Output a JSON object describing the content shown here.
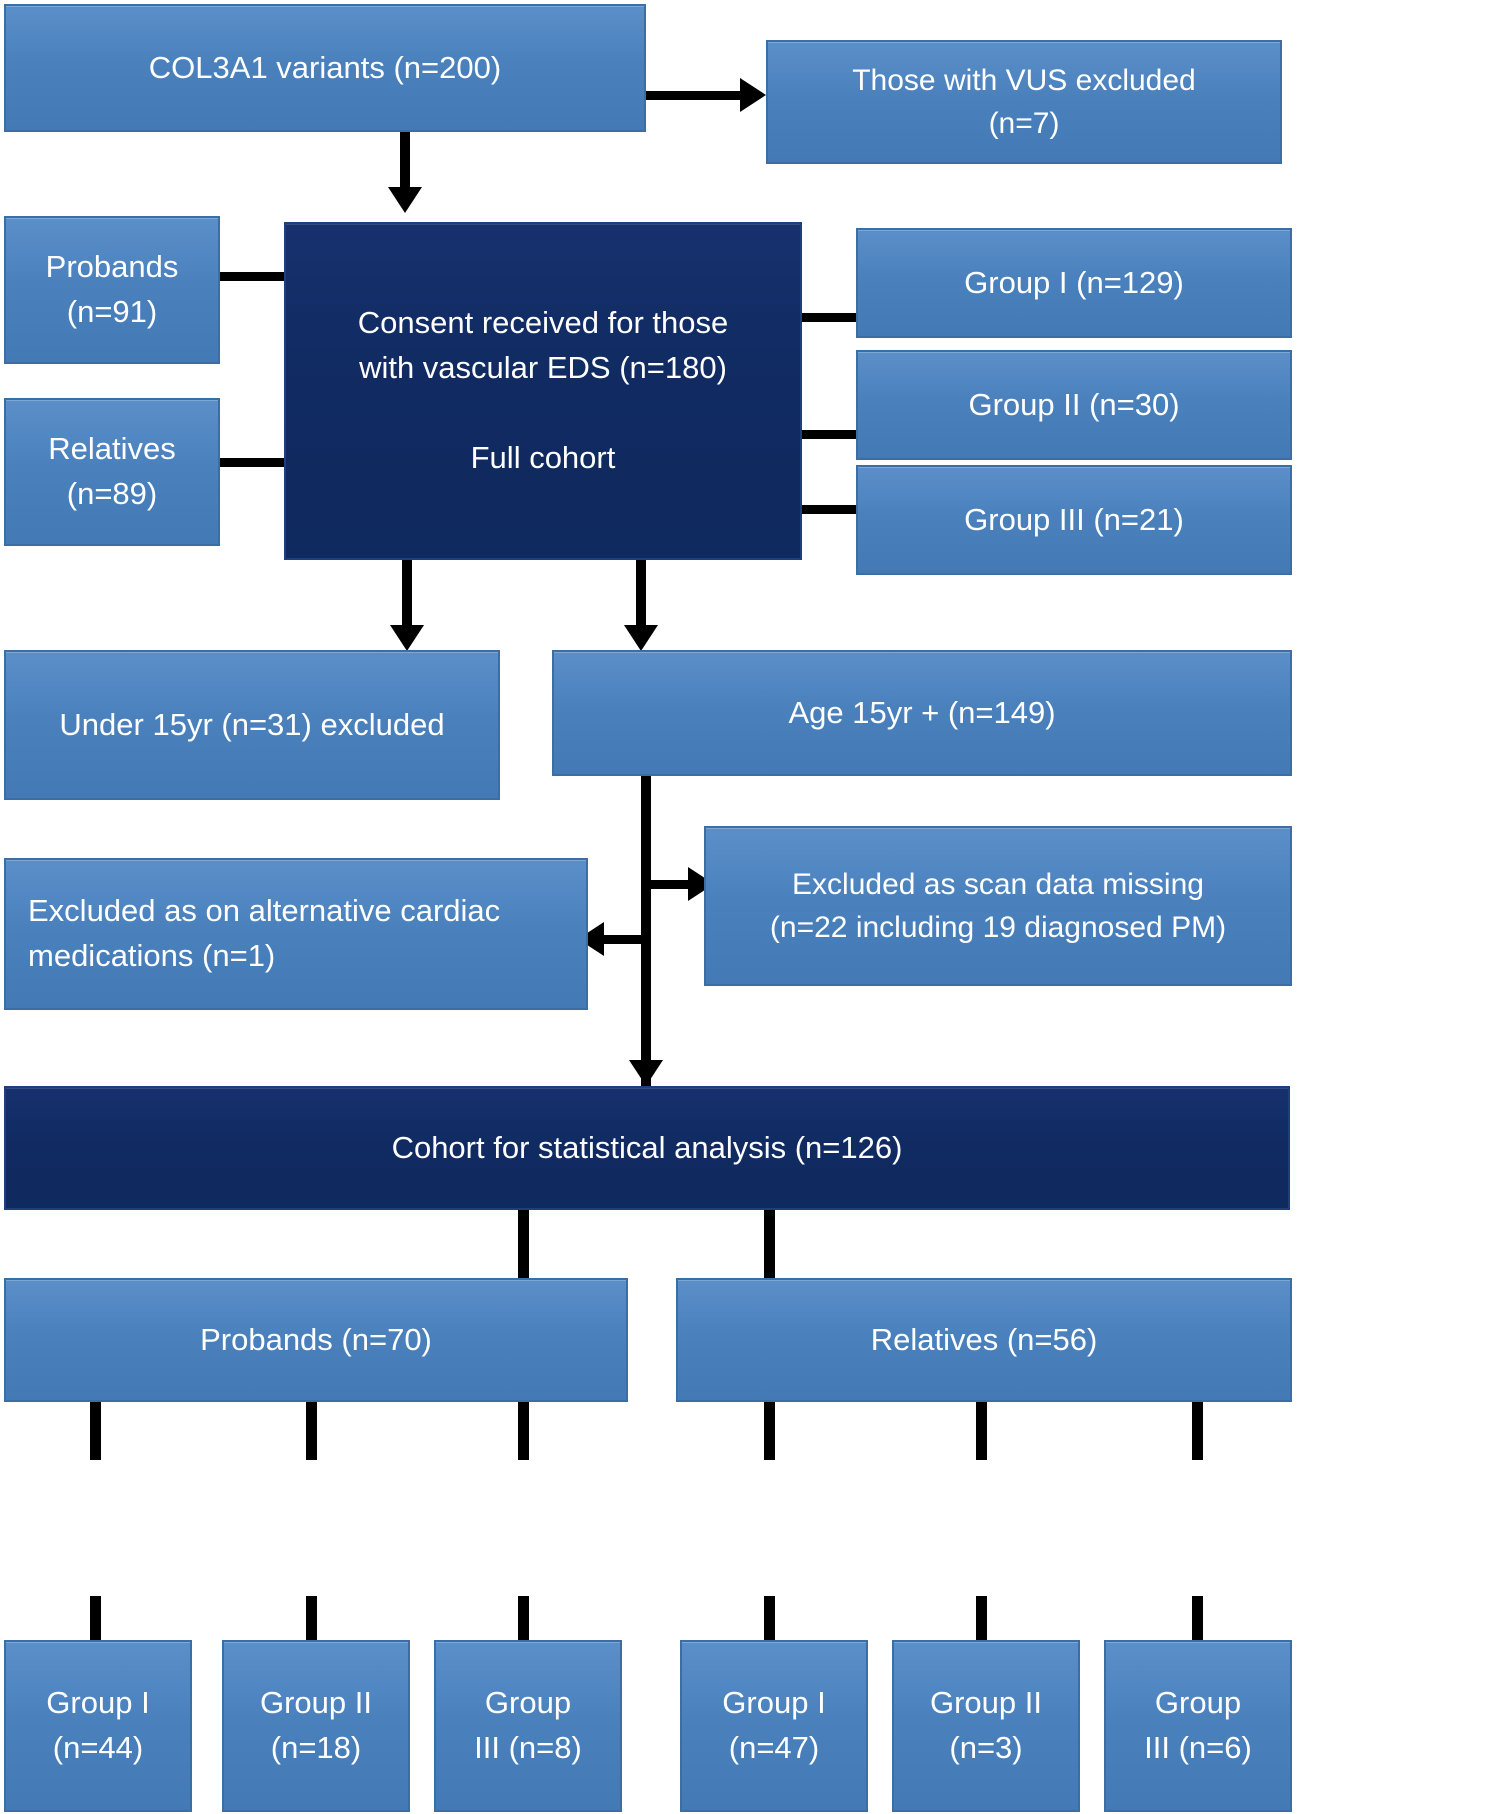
{
  "diagram": {
    "title": "COL3A1 vascular EDS cohort flow diagram",
    "colors": {
      "light_box": "#4a81bd",
      "dark_box": "#112b63",
      "connector": "#000000",
      "text": "#ffffff",
      "background": "#ffffff"
    },
    "nodes": {
      "variants": "COL3A1 variants (n=200)",
      "vus_excluded": "Those with VUS excluded\n(n=7)",
      "probands_top": "Probands\n(n=91)",
      "relatives_top": "Relatives\n(n=89)",
      "consent": "Consent received for those\nwith vascular EDS (n=180)\n\nFull cohort",
      "group_i_top": "Group I (n=129)",
      "group_ii_top": "Group II (n=30)",
      "group_iii_top": "Group III (n=21)",
      "under15": "Under 15yr (n=31) excluded",
      "age15plus": "Age 15yr + (n=149)",
      "alt_cardiac": "Excluded as on alternative cardiac\nmedications (n=1)",
      "scan_missing": "Excluded as scan data missing\n(n=22 including 19 diagnosed PM)",
      "cohort_analysis": "Cohort for statistical analysis (n=126)",
      "probands_bottom": "Probands (n=70)",
      "relatives_bottom": "Relatives (n=56)",
      "prob_group_i": "Group I\n(n=44)",
      "prob_group_ii": "Group II\n(n=18)",
      "prob_group_iii": "Group\nIII (n=8)",
      "rel_group_i": "Group I\n(n=47)",
      "rel_group_ii": "Group II\n(n=3)",
      "rel_group_iii": "Group\nIII (n=6)"
    }
  }
}
